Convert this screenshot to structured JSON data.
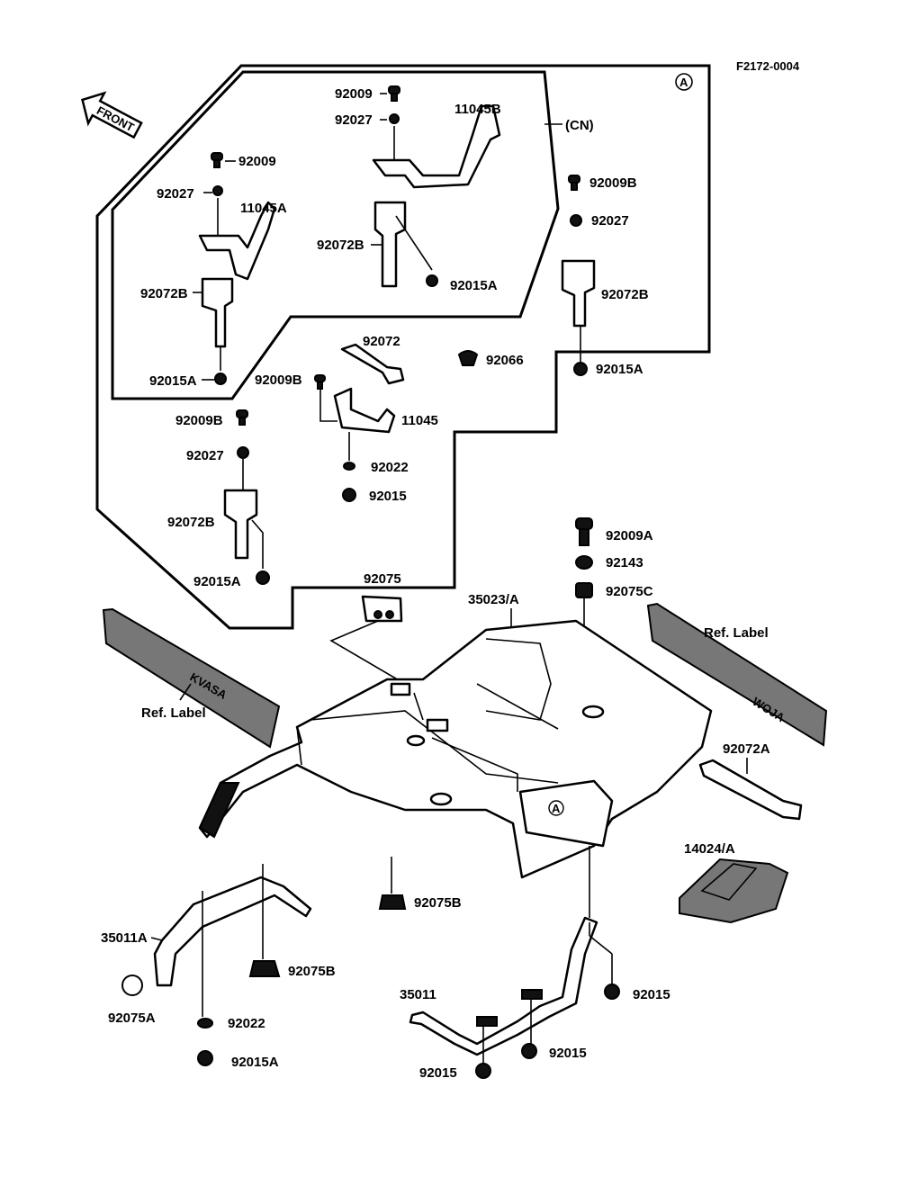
{
  "header": {
    "code": "F2172-0004",
    "marker_a": "A",
    "front_label": "FRONT",
    "cn_label": "(CN)"
  },
  "labels": {
    "l92009_top": "92009",
    "l92027_top": "92027",
    "l11045B": "11045B",
    "l92009_left": "92009",
    "l92027_left": "92027",
    "l11045A": "11045A",
    "l92072B_cn": "92072B",
    "l92015A_cn": "92015A",
    "l92072B_left": "92072B",
    "l92015A_left": "92015A",
    "l92009B_right": "92009B",
    "l92027_right": "92027",
    "l92072B_right": "92072B",
    "l92015A_right": "92015A",
    "l92072": "92072",
    "l92066": "92066",
    "l92009B_mid": "92009B",
    "l11045": "11045",
    "l92022_mid": "92022",
    "l92015_mid": "92015",
    "l92009B_low": "92009B",
    "l92027_low": "92027",
    "l92072B_low": "92072B",
    "l92015A_low": "92015A",
    "l92009A": "92009A",
    "l92143": "92143",
    "l92075C": "92075C",
    "l92075": "92075",
    "l35023": "35023/A",
    "l_ref_left": "Ref. Label",
    "l_ref_right": "Ref. Label",
    "l92072A": "92072A",
    "l14024": "14024/A",
    "l92075B_center": "92075B",
    "l35011A": "35011A",
    "l92075B_left": "92075B",
    "l92075A": "92075A",
    "l92022_low": "92022",
    "l92015A_bottom": "92015A",
    "l35011": "35011",
    "l92015_r1": "92015",
    "l92015_r2": "92015",
    "l92015_bottom": "92015"
  }
}
